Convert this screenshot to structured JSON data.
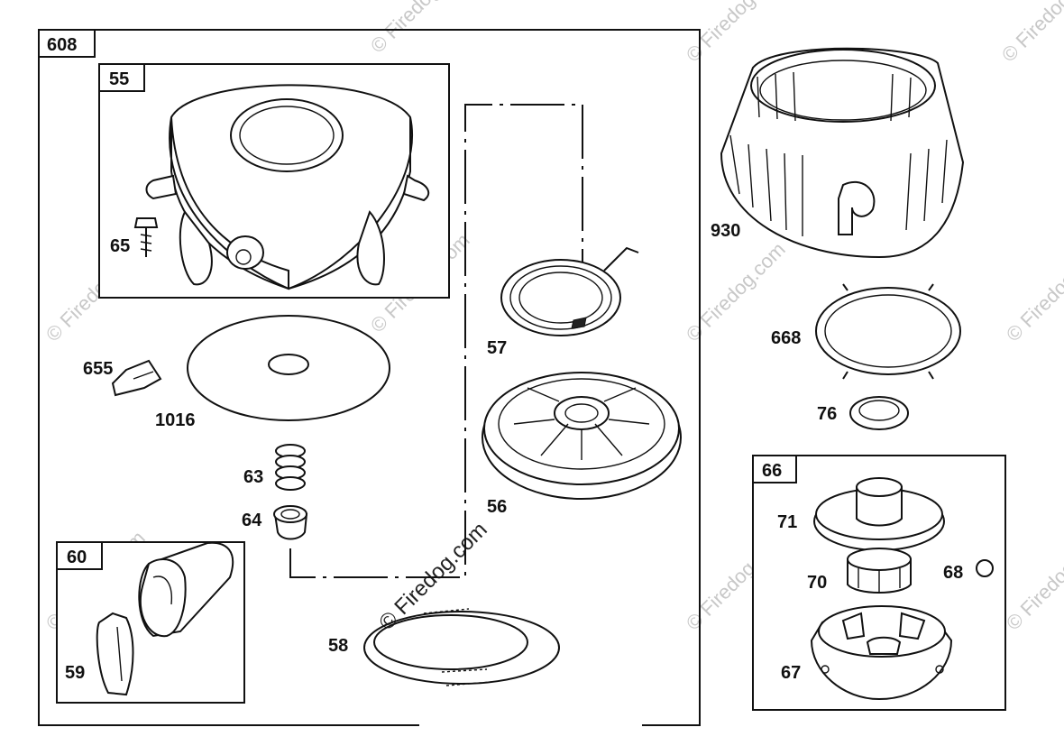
{
  "diagram": {
    "assemblies": {
      "a608": "608",
      "a55": "55",
      "a60": "60",
      "a66": "66"
    },
    "parts": {
      "p65": "65",
      "p655": "655",
      "p1016": "1016",
      "p63": "63",
      "p64": "64",
      "p59": "59",
      "p57": "57",
      "p56": "56",
      "p58": "58",
      "p930": "930",
      "p668": "668",
      "p76": "76",
      "p71": "71",
      "p70": "70",
      "p68": "68",
      "p67": "67"
    },
    "watermark": {
      "text": "© Firedog.com",
      "center_text": "© Firedog.com"
    }
  }
}
